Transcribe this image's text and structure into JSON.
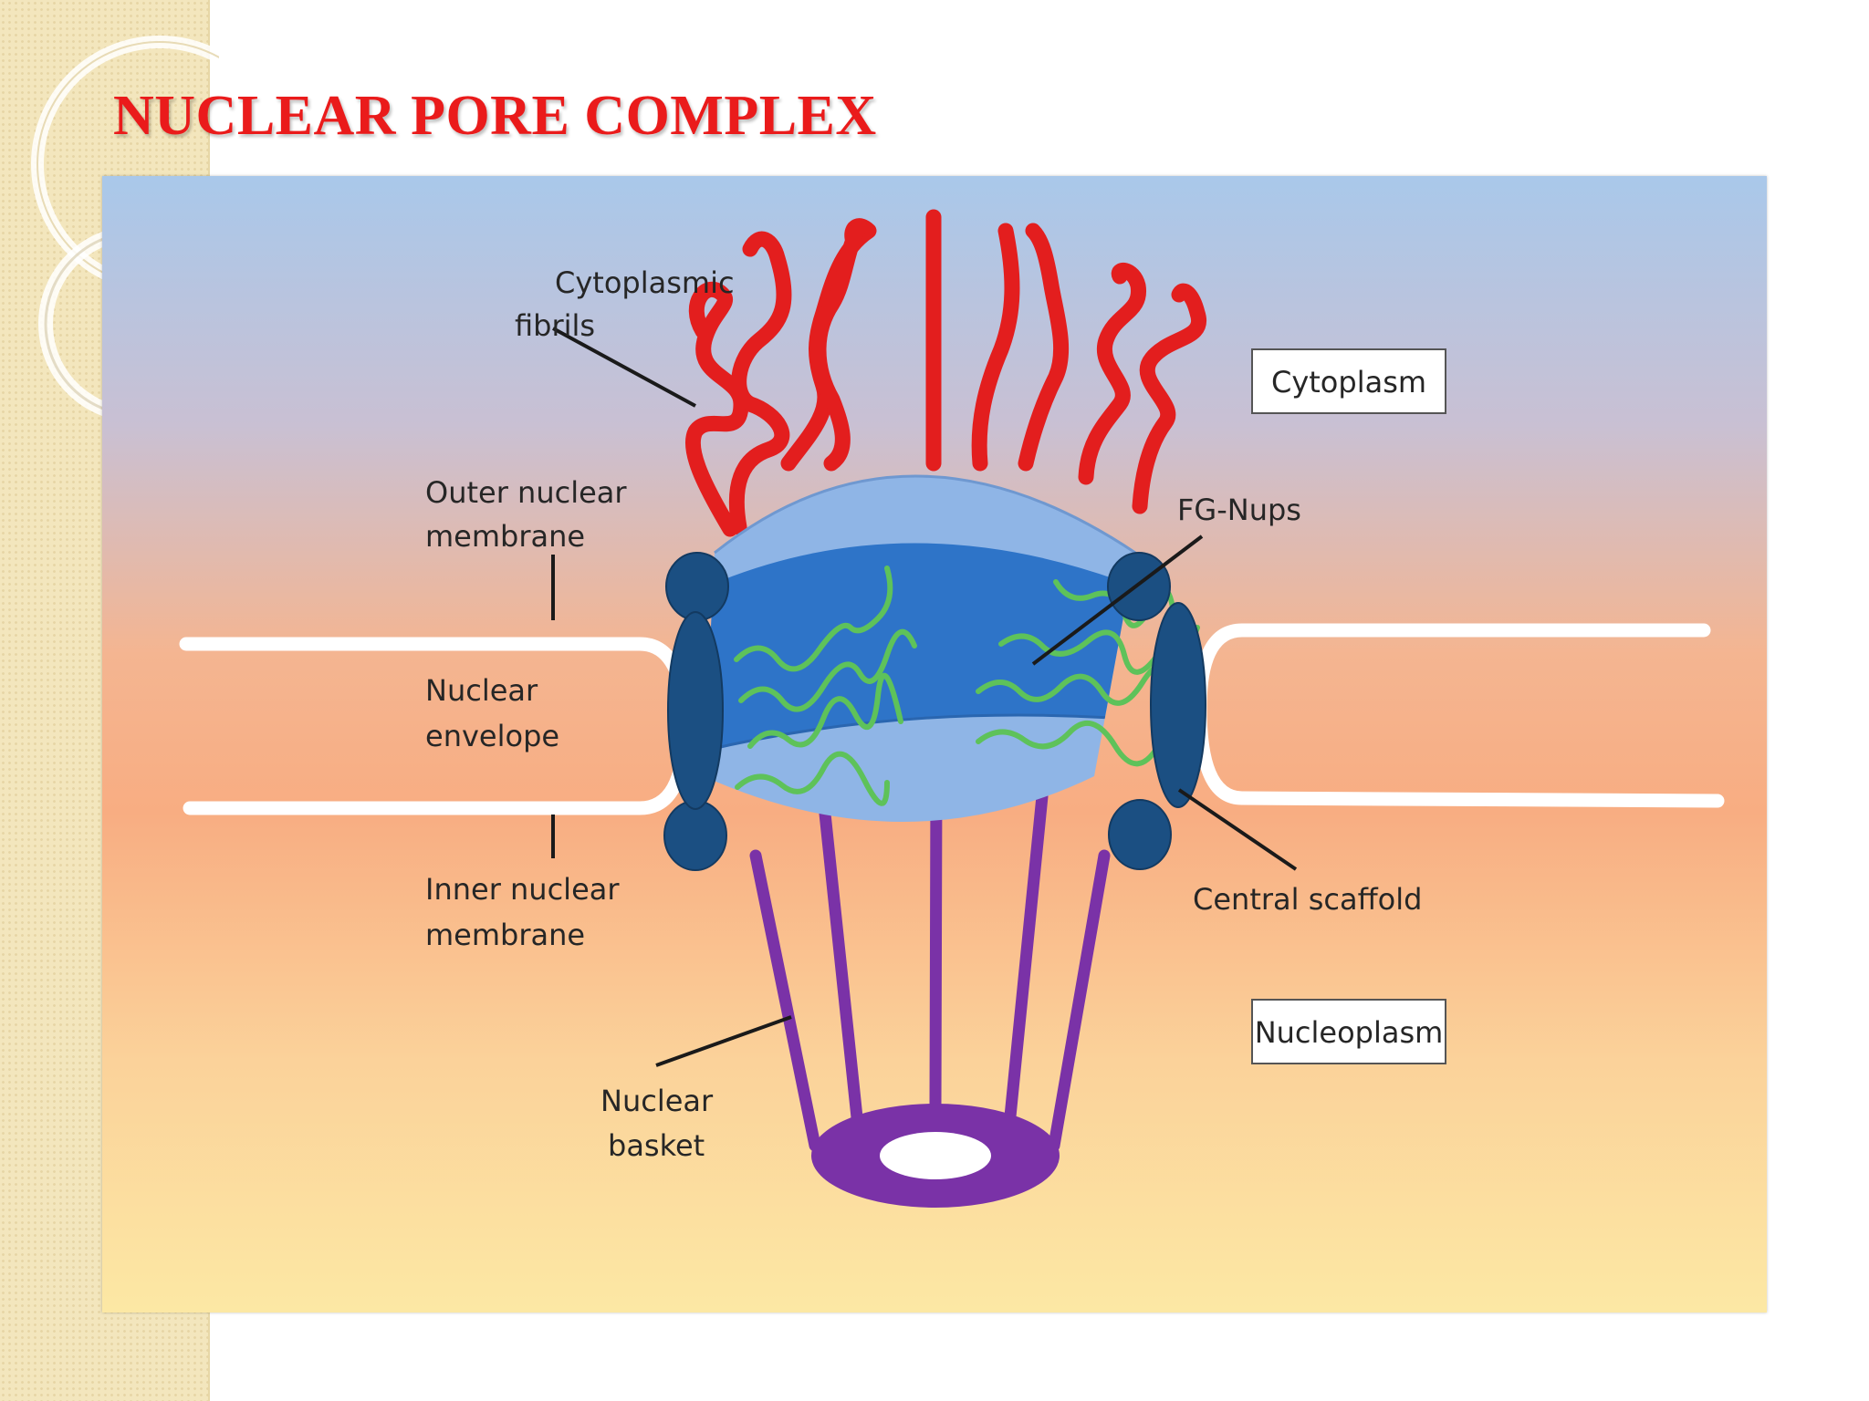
{
  "slide": {
    "title": "NUCLEAR PORE COMPLEX"
  },
  "diagram": {
    "labels": {
      "cytoplasmic_fibrils": [
        "Cytoplasmic",
        "fibrils"
      ],
      "outer_membrane": [
        "Outer nuclear",
        "membrane"
      ],
      "nuclear_envelope": [
        "Nuclear",
        "envelope"
      ],
      "inner_membrane": [
        "Inner nuclear",
        "membrane"
      ],
      "fg_nups": "FG-Nups",
      "central_scaffold": "Central scaffold",
      "nuclear_basket": [
        "Nuclear",
        "basket"
      ],
      "cytoplasm": "Cytoplasm",
      "nucleoplasm": "Nucleoplasm"
    },
    "colors": {
      "background_top": "#a9c8ea",
      "background_middle": "#f7b287",
      "background_bottom": "#fbe6a1",
      "fibrils": "#e31e1e",
      "pore_light": "#8fb5e6",
      "pore_dark": "#2e74c8",
      "scaffold": "#1b4f82",
      "fg_nups": "#5ec25a",
      "basket": "#7a32a7",
      "membrane": "#ffffff",
      "title": "#ea1b1b"
    }
  }
}
